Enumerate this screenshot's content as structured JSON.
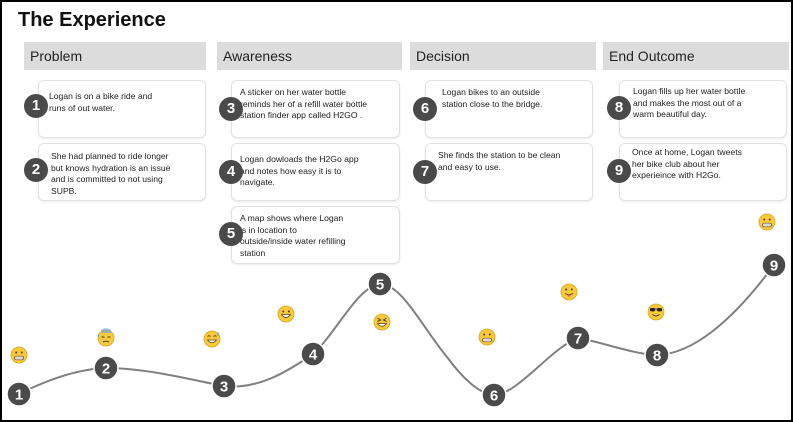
{
  "title": "The Experience",
  "columns": [
    {
      "label": "Problem"
    },
    {
      "label": "Awareness"
    },
    {
      "label": "Decision"
    },
    {
      "label": "End Outcome"
    }
  ],
  "cards": [
    {
      "num": "1",
      "lines": [
        "Logan is on a bike ride and",
        "runs of out water."
      ]
    },
    {
      "num": "2",
      "lines": [
        "She had planned to ride longer",
        "but knows hydration is an issue",
        "and is committed to not using",
        "SUPB."
      ]
    },
    {
      "num": "3",
      "lines": [
        "A sticker on her water bottle",
        "reminds her of a refill water bottle",
        "station finder app called H2GO ."
      ]
    },
    {
      "num": "4",
      "lines": [
        "Logan dowloads the H2Go app",
        "and notes how easy it is to",
        "navigate."
      ]
    },
    {
      "num": "5",
      "lines": [
        "A map shows where Logan",
        "is in location to",
        "outside/inside water refilling",
        "station"
      ]
    },
    {
      "num": "6",
      "lines": [
        "Logan bikes to  an outside",
        "station close to the bridge."
      ]
    },
    {
      "num": "7",
      "lines": [
        "She finds the station to be clean",
        "and easy to use."
      ]
    },
    {
      "num": "8",
      "lines": [
        "Logan fills up her water bottle",
        "and makes the most out of a",
        "warm beautiful day."
      ]
    },
    {
      "num": "9",
      "lines": [
        "Once at home, Logan  tweets",
        "her bike club about her",
        "experieince with H2Go."
      ]
    }
  ],
  "journey_nodes": [
    "1",
    "2",
    "3",
    "4",
    "5",
    "6",
    "7",
    "8",
    "9"
  ],
  "emotions": [
    {
      "name": "grimacing-face-icon"
    },
    {
      "name": "downcast-sweat-face-icon"
    },
    {
      "name": "grinning-sweat-face-icon"
    },
    {
      "name": "grinning-face-icon"
    },
    {
      "name": "laughing-squint-face-icon"
    },
    {
      "name": "grimacing-face-icon"
    },
    {
      "name": "tongue-out-face-icon"
    },
    {
      "name": "sunglasses-face-icon"
    },
    {
      "name": "grimacing-face-icon"
    }
  ],
  "colors": {
    "node": "#4a4a4a",
    "line": "#808080",
    "header_bg": "#dcdcdc",
    "emoji": "#f7c93e"
  }
}
